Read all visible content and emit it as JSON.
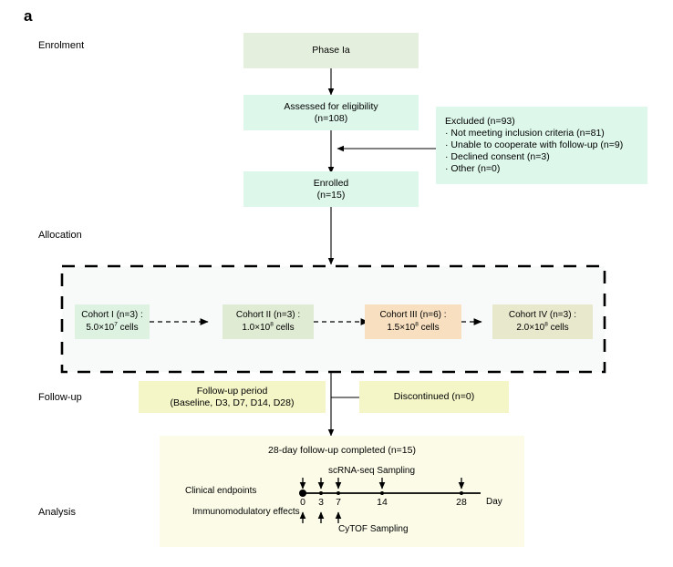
{
  "panel": {
    "letter": "a"
  },
  "stages": [
    {
      "name": "enrolment",
      "label": "Enrolment"
    },
    {
      "name": "allocation",
      "label": "Allocation"
    },
    {
      "name": "followup",
      "label": "Follow-up"
    },
    {
      "name": "analysis",
      "label": "Analysis"
    }
  ],
  "enrolment": {
    "phase_box": {
      "line1": "Phase Ia",
      "color": "#e4efdd"
    },
    "assessed_box": {
      "line1": "Assessed for eligibility",
      "line2": "(n=108)",
      "color": "#ddf7ea"
    },
    "enrolled_box": {
      "line1": "Enrolled",
      "line2": "(n=15)",
      "color": "#ddf7ea"
    },
    "excluded_box": {
      "color": "#ddf7ea",
      "title": "Excluded (n=93)",
      "items": [
        "· Not meeting inclusion criteria (n=81)",
        "· Unable to cooperate with follow-up (n=9)",
        "· Declined consent (n=3)",
        "· Other (n=0)"
      ]
    }
  },
  "allocation": {
    "container_fill": "#f8fafa",
    "container_border": "#000000",
    "cohorts": [
      {
        "name": "cohort-i",
        "line1": "Cohort I (n=3) :",
        "dose_mantissa": "5.0×10",
        "dose_exp": "7",
        "dose_unit": " cells",
        "color": "#ddf2e0"
      },
      {
        "name": "cohort-ii",
        "line1": "Cohort II (n=3) :",
        "dose_mantissa": "1.0×10",
        "dose_exp": "8",
        "dose_unit": " cells",
        "color": "#e0ebd3"
      },
      {
        "name": "cohort-iii",
        "line1": "Cohort III (n=6) :",
        "dose_mantissa": "1.5×10",
        "dose_exp": "8",
        "dose_unit": " cells",
        "color": "#f7dfc0"
      },
      {
        "name": "cohort-iv",
        "line1": "Cohort IV (n=3) :",
        "dose_mantissa": "2.0×10",
        "dose_exp": "8",
        "dose_unit": " cells",
        "color": "#e8e8cd"
      }
    ]
  },
  "followup": {
    "period_box": {
      "line1": "Follow-up period",
      "line2": "(Baseline, D3, D7, D14, D28)",
      "color": "#f4f6c8"
    },
    "discontinued_box": {
      "line1": "Discontinued (n=0)",
      "color": "#f4f6c8"
    }
  },
  "analysis": {
    "box_color": "#fbfbe8",
    "completed": "28-day follow-up completed (n=15)",
    "row_labels": [
      "Clinical endpoints",
      "Immunomodulatory effects"
    ],
    "timeline": {
      "top_label": "scRNA-seq Sampling",
      "bottom_label": "CyTOF Sampling",
      "axis_unit": "Day",
      "ticks": [
        "0",
        "3",
        "7",
        "14",
        "28"
      ],
      "tick_days": [
        0,
        3,
        7,
        14,
        28
      ],
      "scrna_days": [
        0,
        3,
        7,
        14,
        28
      ],
      "cytof_days": [
        0,
        3,
        7
      ]
    }
  }
}
